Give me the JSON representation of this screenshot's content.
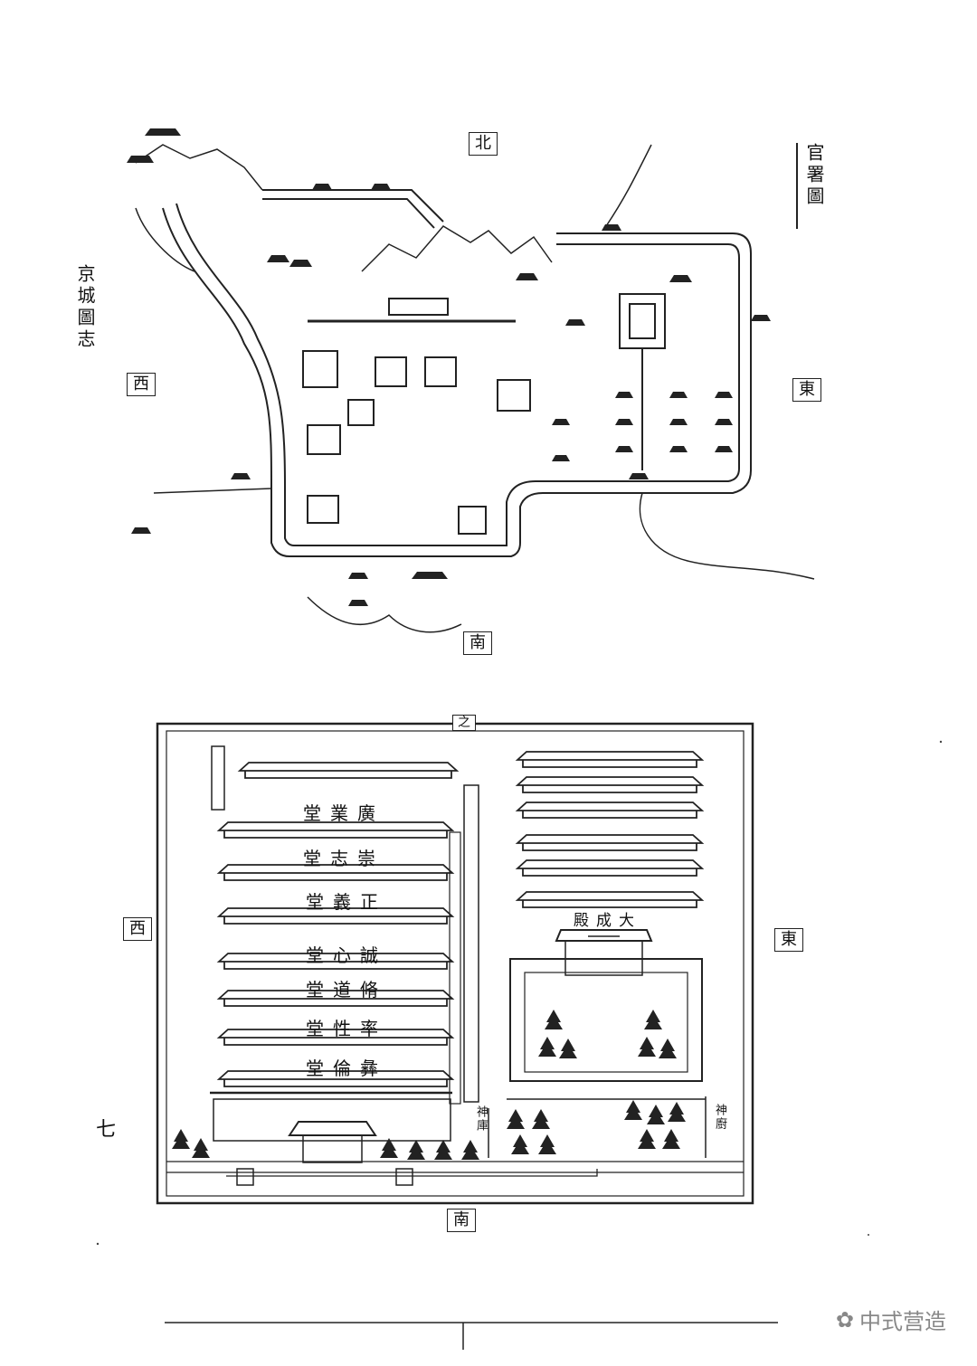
{
  "side_title": "京城圖志",
  "page_number": "七",
  "top_map": {
    "title": "官署圖",
    "directions": {
      "north": "北",
      "south": "南",
      "east": "東",
      "west": "西"
    }
  },
  "bottom_map": {
    "directions": {
      "north": "之",
      "south": "南",
      "east": "東",
      "west": "西"
    },
    "halls": [
      "堂業廣",
      "堂志崇",
      "堂義正",
      "堂心誠",
      "堂道脩",
      "堂性率",
      "堂倫彝"
    ],
    "main_hall": "殿成大",
    "side_labels": [
      "神庫",
      "神廚"
    ]
  },
  "watermark": "中式营造"
}
